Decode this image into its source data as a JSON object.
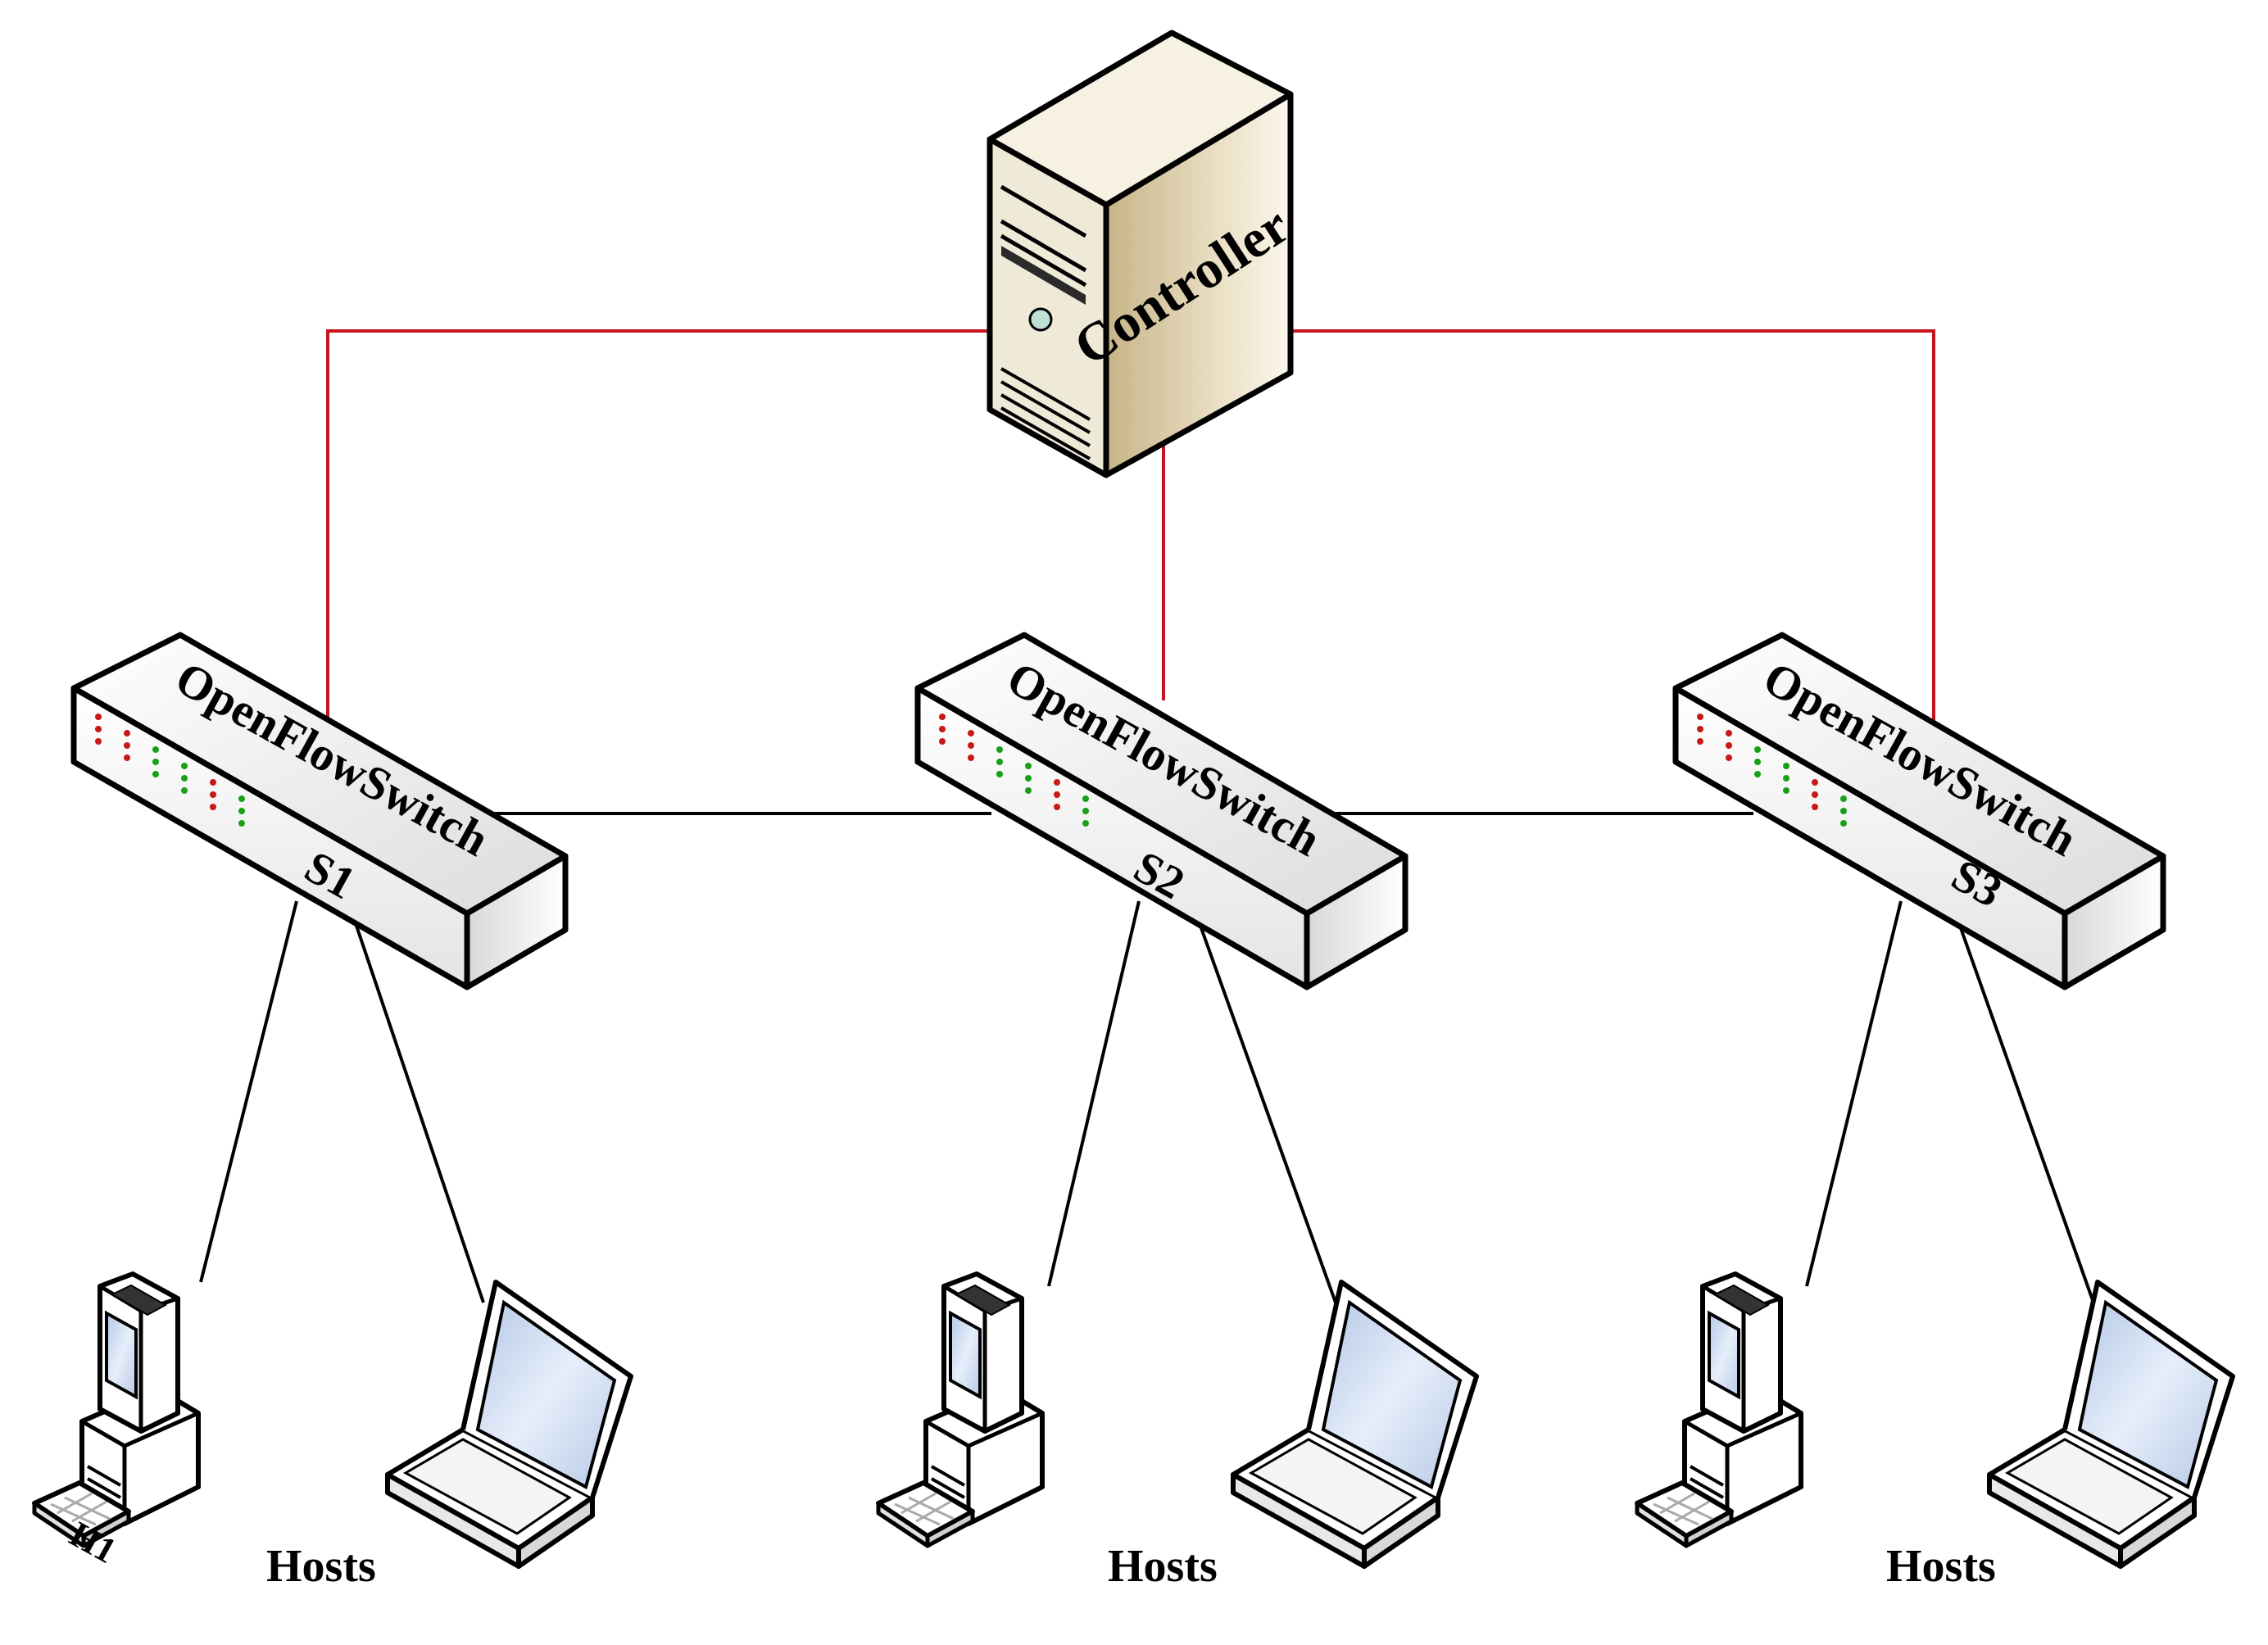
{
  "controller": {
    "label": "Controller"
  },
  "switches": [
    {
      "label": "OpenFlowSwitch",
      "id_label": "S1"
    },
    {
      "label": "OpenFlowSwitch",
      "id_label": "S2"
    },
    {
      "label": "OpenFlowSwitch",
      "id_label": "S3"
    }
  ],
  "host_groups": [
    {
      "label": "Hosts",
      "pc_label": "H1"
    },
    {
      "label": "Hosts",
      "pc_label": ""
    },
    {
      "label": "Hosts",
      "pc_label": ""
    }
  ],
  "colors": {
    "control_link": "#c8141e",
    "data_link": "#000000",
    "server_face": "#eee8d6",
    "server_side": "#d2c29c",
    "switch_body": "#f2f2f2",
    "led_red": "#c81818",
    "led_green": "#18a018",
    "screen": "#c6d6ee"
  }
}
